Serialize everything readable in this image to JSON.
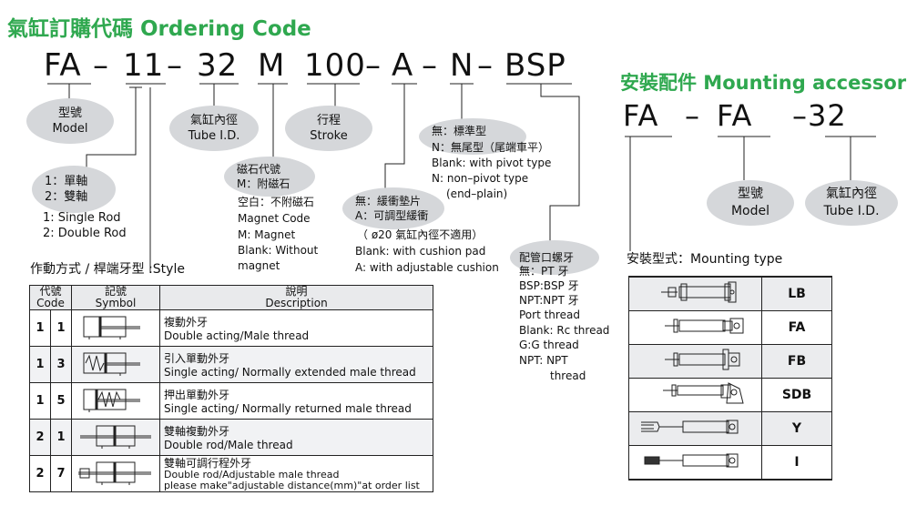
{
  "header": {
    "title": "氣缸訂購代碼 Ordering Code",
    "accessories_title": "安裝配件 Mounting accessories"
  },
  "code": {
    "parts": [
      "FA",
      "–",
      "11",
      "–",
      "32",
      "M",
      "100",
      "–",
      "A",
      "–",
      "N",
      "–",
      "BSP"
    ]
  },
  "labels": {
    "model": {
      "zh": "型號",
      "en": "Model"
    },
    "tube": {
      "zh": "氣缸內徑",
      "en": "Tube I.D."
    },
    "stroke": {
      "zh": "行程",
      "en": "Stroke"
    },
    "rod": {
      "l1": "1：單軸",
      "l2": "2：雙軸",
      "l3": "1: Single Rod",
      "l4": "2: Double Rod"
    },
    "style_caption": "作動方式 / 桿端牙型 :Style",
    "magnet": {
      "l1": "磁石代號",
      "l2": "M：附磁石",
      "l3": "空白：不附磁石",
      "l4": "Magnet Code",
      "l5": "M:  Magnet",
      "l6": "Blank: Without",
      "l7": "magnet"
    },
    "cushion": {
      "l1": "無：緩衝墊片",
      "l2": "A：可調型緩衝",
      "l3": "（ ø20 氣缸內徑不適用）",
      "l4": "Blank: with cushion pad",
      "l5": "A: with adjustable cushion"
    },
    "pivot": {
      "l1": "無：標準型",
      "l2": "N：無尾型（尾端車平）",
      "l3": "Blank: with pivot type",
      "l4": "N: non–pivot type",
      "l5": "(end–plain)"
    },
    "port": {
      "l1": "配管口螺牙",
      "l2": "無：PT 牙",
      "l3": "BSP:BSP 牙",
      "l4": "NPT:NPT 牙",
      "l5": "Port thread",
      "l6": "Blank: Rc thread",
      "l7": "G:G thread",
      "l8": "NPT: NPT",
      "l9": "thread"
    }
  },
  "style_table": {
    "headers": {
      "code": {
        "zh": "代號",
        "en": "Code"
      },
      "symbol": {
        "zh": "記號",
        "en": "Symbol"
      },
      "desc": {
        "zh": "說明",
        "en": "Description"
      }
    },
    "rows": [
      {
        "c1": "1",
        "c2": "1",
        "zh": "複動外牙",
        "en": "Double acting/Male thread",
        "extra": "",
        "symbol": "double-acting-symbol"
      },
      {
        "c1": "1",
        "c2": "3",
        "zh": "引入單動外牙",
        "en": "Single acting/ Normally extended male thread",
        "extra": "",
        "symbol": "single-acting-extended-symbol"
      },
      {
        "c1": "1",
        "c2": "5",
        "zh": "押出單動外牙",
        "en": "Single acting/ Normally returned male thread",
        "extra": "",
        "symbol": "single-acting-returned-symbol"
      },
      {
        "c1": "2",
        "c2": "1",
        "zh": "雙軸複動外牙",
        "en": "Double rod/Male thread",
        "extra": "",
        "symbol": "double-rod-symbol"
      },
      {
        "c1": "2",
        "c2": "7",
        "zh": "雙軸可調行程外牙",
        "en": "Double rod/Adjustable male thread",
        "extra": "please make\"adjustable distance(mm)\"at order list",
        "symbol": "double-rod-adjustable-symbol"
      }
    ]
  },
  "accessories": {
    "parts": [
      "FA",
      "–",
      "FA",
      "–32"
    ],
    "model": {
      "zh": "型號",
      "en": "Model"
    },
    "tube": {
      "zh": "氣缸內徑",
      "en": "Tube I.D."
    },
    "mount_caption": "安裝型式：Mounting type",
    "mount_rows": [
      {
        "code": "LB",
        "icon": "lb-mount-icon"
      },
      {
        "code": "FA",
        "icon": "fa-mount-icon"
      },
      {
        "code": "FB",
        "icon": "fb-mount-icon"
      },
      {
        "code": "SDB",
        "icon": "sdb-mount-icon"
      },
      {
        "code": "Y",
        "icon": "y-clevis-icon"
      },
      {
        "code": "I",
        "icon": "i-rod-eye-icon"
      }
    ]
  },
  "colors": {
    "title_green": "#2fa84f",
    "ellipse_gray": "#d5d7da"
  }
}
